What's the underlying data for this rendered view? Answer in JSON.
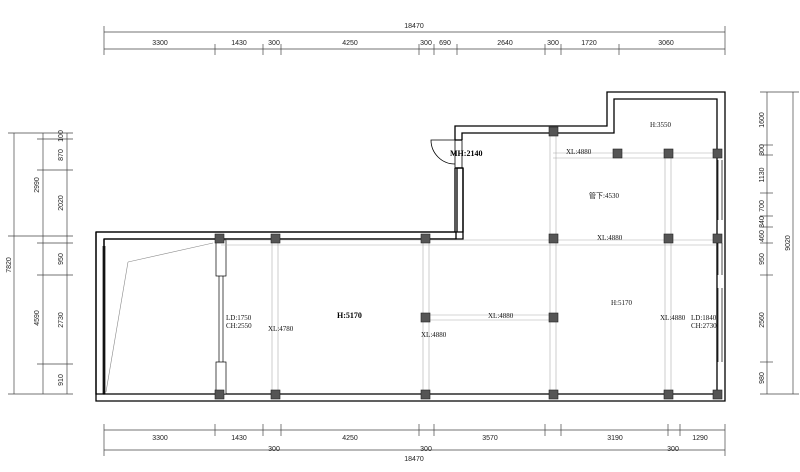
{
  "total_top": "18470",
  "total_bottom": "18470",
  "top_dims": [
    "3300",
    "1430",
    "300",
    "4250",
    "300",
    "690",
    "2640",
    "300",
    "1720",
    "3060"
  ],
  "bottom_dims_a": [
    "3300",
    "1430",
    "4250",
    "3570",
    "3190",
    "1290"
  ],
  "bottom_dims_b": [
    "300",
    "300",
    "300"
  ],
  "left_outer": [
    "2990",
    "7820",
    "4590"
  ],
  "left_inner": [
    "100",
    "870",
    "2020",
    "950",
    "2730",
    "910"
  ],
  "right_inner": [
    "1600",
    "300",
    "1130",
    "700",
    "340",
    "460",
    "950",
    "2560",
    "980"
  ],
  "right_outer": "9020",
  "labels": {
    "mh": "MH:2140",
    "h_main": "H:5170",
    "h_right": "H:5170",
    "h_top": "H:3550",
    "pipe": "管下:4530",
    "xl1": "XL:4880",
    "xl2": "XL:4880",
    "xl3": "XL:4880",
    "xl4": "XL:4880",
    "xl5": "XL:4880",
    "xl6": "XL:4780",
    "ld_left": "LD:1750",
    "ch_left": "CH:2550",
    "ld_right": "LD:1840",
    "ch_right": "CH:2730"
  }
}
